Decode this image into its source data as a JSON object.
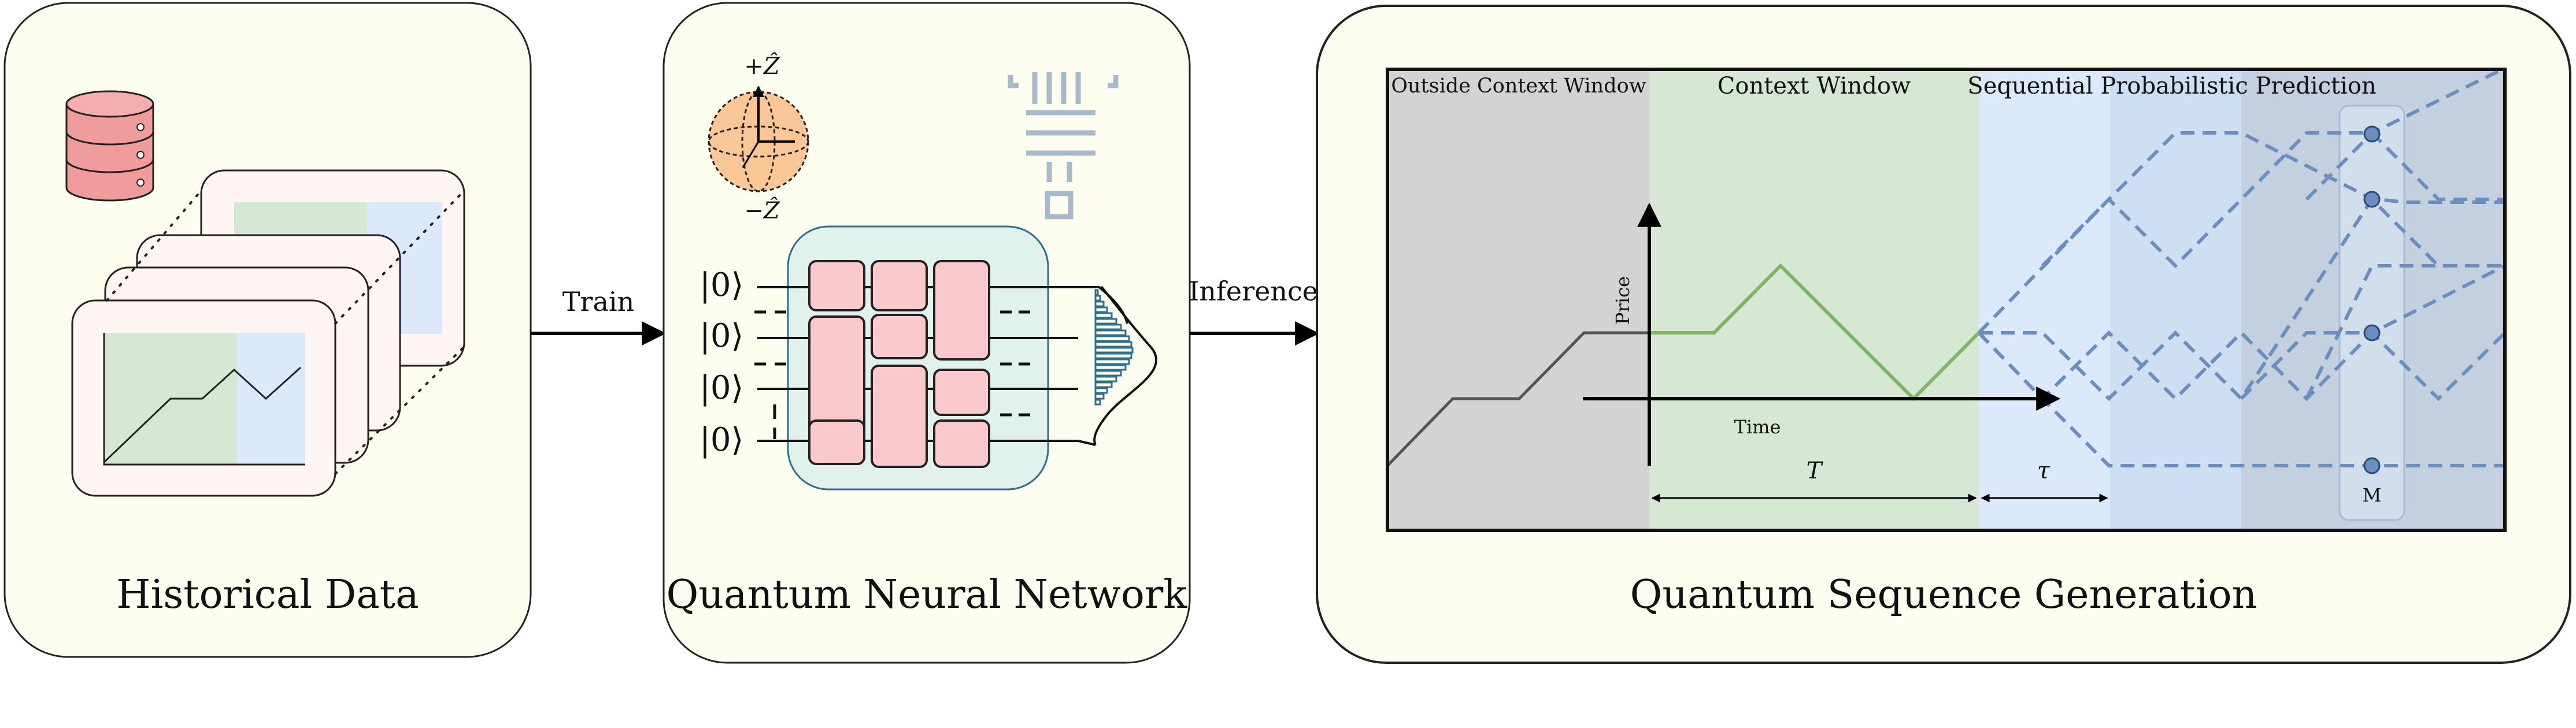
{
  "panels": {
    "historical": {
      "title": "Historical Data"
    },
    "qnn": {
      "title": "Quantum Neural Network"
    },
    "generation": {
      "title": "Quantum Sequence Generation"
    }
  },
  "arrows": {
    "train": "Train",
    "inference": "Inference"
  },
  "bloch": {
    "top": "+Ẑ",
    "bottom": "−Ẑ"
  },
  "circuit": {
    "kets": [
      "|0⟩",
      "|0⟩",
      "|0⟩",
      "|0⟩"
    ]
  },
  "plot": {
    "regions": {
      "outside": "Outside Context Window",
      "context": "Context Window",
      "prediction": "Sequential Probabilistic Prediction"
    },
    "y_axis": "Price",
    "x_axis": "Time",
    "context_span": "T",
    "step_span": "τ",
    "measure": "M"
  },
  "colors": {
    "panel_fill": "#fdfdf0",
    "context_green": "#d6e8d4",
    "outside_gray": "#d3d3d3",
    "prediction_blue": "#dbe9fb",
    "gate_pink": "#f9c9cc",
    "circuit_teal": "#e1f2ec",
    "series_green": "#82b366",
    "dash_blue": "#6c8ebf"
  }
}
